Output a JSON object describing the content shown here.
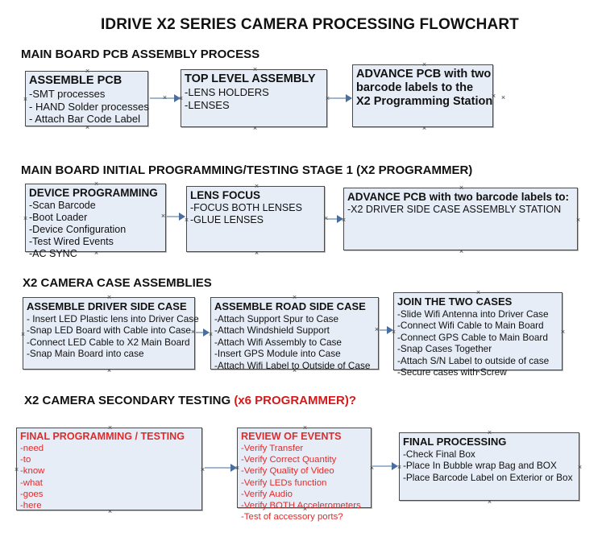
{
  "title": "IDRIVE X2  SERIES CAMERA PROCESSING FLOWCHART",
  "colors": {
    "box_fill": "#e7edf7",
    "box_border": "#4a4a4a",
    "connector": "#9fb6cd",
    "arrowhead": "#4a6f9e",
    "red_accent": "#e02b2b",
    "text": "#111111"
  },
  "sections": [
    {
      "id": "main-board-pcb-assembly-process",
      "heading": "MAIN BOARD PCB ASSEMBLY PROCESS",
      "heading_suffix": "",
      "nodes": [
        {
          "id": "assemble-pcb",
          "head": "ASSEMBLE PCB",
          "lines": [
            "-SMT processes",
            "- HAND Solder processes",
            "- Attach Bar Code Label"
          ]
        },
        {
          "id": "top-level-assembly",
          "head": "TOP LEVEL ASSEMBLY",
          "lines": [
            "-LENS HOLDERS",
            "-LENSES"
          ]
        },
        {
          "id": "advance-pcb-to-x2-programming-station",
          "head": "ADVANCE PCB with two",
          "lines": [
            "barcode labels to the",
            " X2 Programming Station"
          ]
        }
      ]
    },
    {
      "id": "main-board-initial-programming-testing-stage-1",
      "heading": "MAIN BOARD INITIAL PROGRAMMING/TESTING STAGE 1 (X2 PROGRAMMER)",
      "heading_suffix": "",
      "nodes": [
        {
          "id": "device-programming",
          "head": "DEVICE PROGRAMMING",
          "lines": [
            "-Scan Barcode",
            "-Boot Loader",
            "-Device Configuration",
            "-Test Wired Events",
            "-AC SYNC"
          ]
        },
        {
          "id": "lens-focus",
          "head": "LENS FOCUS",
          "lines": [
            "-FOCUS BOTH LENSES",
            "-GLUE LENSES"
          ]
        },
        {
          "id": "advance-pcb-to-driver-side-case-assembly",
          "head": "ADVANCE PCB with two barcode labels to:",
          "lines": [
            "-X2 DRIVER  SIDE  CASE  ASSEMBLY STATION"
          ]
        }
      ]
    },
    {
      "id": "x2-camera-case-assemblies",
      "heading": "X2 CAMERA CASE ASSEMBLIES",
      "heading_suffix": "",
      "nodes": [
        {
          "id": "assemble-driver-side-case",
          "head": "ASSEMBLE DRIVER SIDE CASE",
          "lines": [
            "- Insert LED Plastic lens into Driver Case",
            "-Snap LED Board with Cable into Case",
            "-Connect LED Cable to X2 Main Board",
            "-Snap Main Board into case"
          ]
        },
        {
          "id": "assemble-road-side-case",
          "head": "ASSEMBLE ROAD SIDE CASE",
          "lines": [
            "-Attach Support Spur to Case",
            "-Attach Windshield Support",
            "-Attach Wifi Assembly to Case",
            "-Insert GPS Module into Case",
            "-Attach Wifi Label to Outside of Case"
          ]
        },
        {
          "id": "join-the-two-cases",
          "head": "JOIN THE TWO CASES",
          "lines": [
            "-Slide Wifi Antenna into Driver Case",
            "-Connect Wifi Cable to Main Board",
            "-Connect GPS Cable to Main Board",
            "-Snap Cases Together",
            "-Attach S/N Label to outside of case",
            "-Secure cases with Screw"
          ]
        }
      ]
    },
    {
      "id": "x2-camera-secondary-testing",
      "heading": "X2 CAMERA SECONDARY TESTING ",
      "heading_suffix": "(x6 PROGRAMMER)?",
      "nodes": [
        {
          "id": "final-programming-testing",
          "head": "FINAL PROGRAMMING / TESTING",
          "lines": [
            "-need",
            "-to",
            "-know",
            "-what",
            "-goes",
            "-here"
          ]
        },
        {
          "id": "review-of-events",
          "head": "REVIEW OF EVENTS",
          "lines": [
            "-Verify Transfer",
            "-Verify Correct Quantity",
            "-Verify Quality of Video",
            "-Verify LEDs function",
            "-Verify Audio",
            "-Verify BOTH Accelerometers",
            "-Test of accessory ports?"
          ]
        },
        {
          "id": "final-processing",
          "head": "FINAL PROCESSING",
          "lines": [
            " -Check Final Box",
            "-Place In Bubble wrap Bag and BOX",
            "-Place Barcode Label on Exterior or Box"
          ]
        }
      ]
    }
  ]
}
